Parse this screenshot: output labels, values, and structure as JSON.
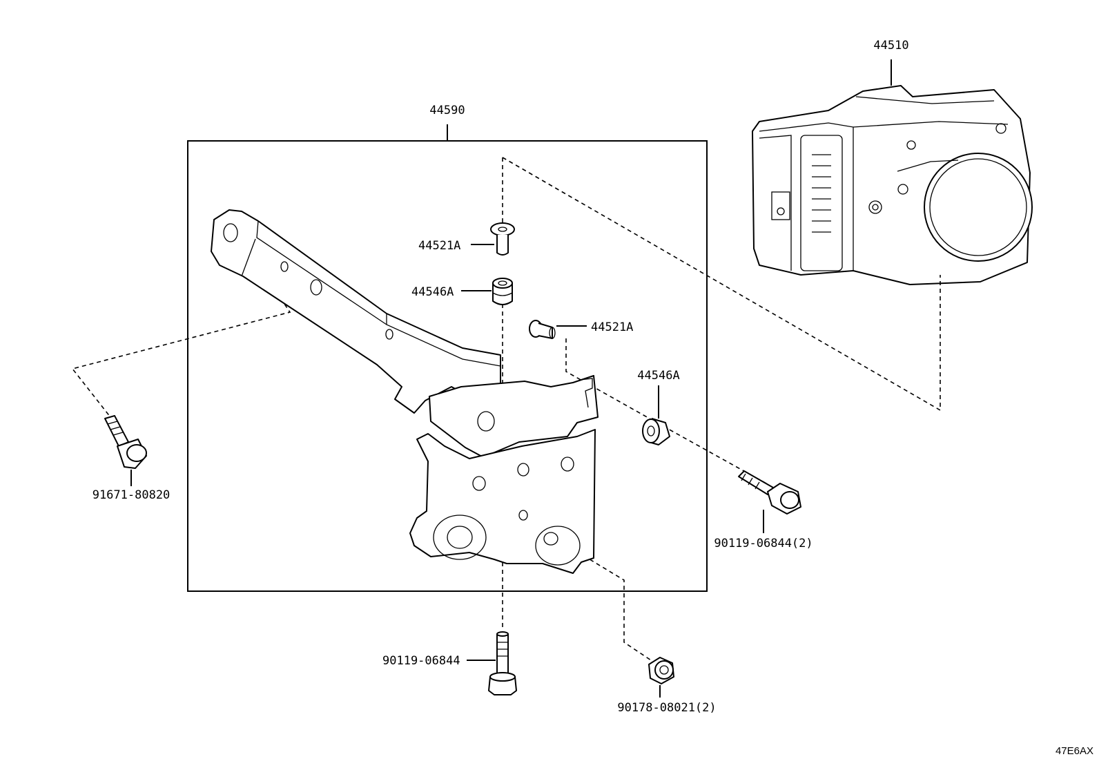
{
  "diagram": {
    "group_label": "44590",
    "drawing_code": "47E6AX",
    "parts": {
      "actuator": "44510",
      "collar_top": "44521A",
      "cushion_top": "44546A",
      "collar_side": "44521A",
      "cushion_side": "44546A",
      "bolt_left": "91671-80820",
      "bolt_right": "90119-06844(2)",
      "bolt_bottom": "90119-06844",
      "nut_bottom": "90178-08021(2)"
    }
  }
}
